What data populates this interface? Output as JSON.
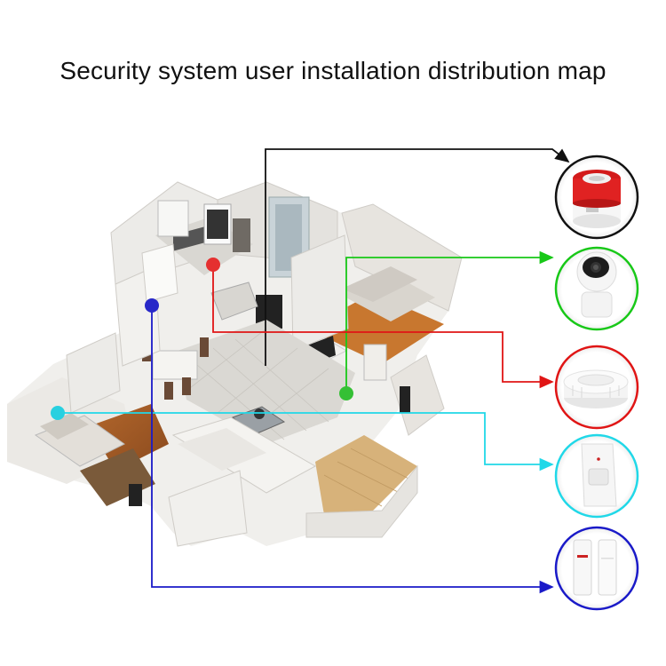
{
  "title": "Security system user installation distribution map",
  "colors": {
    "black_line": "#111111",
    "red_line": "#e01515",
    "green_line": "#18c818",
    "cyan_line": "#20d8e8",
    "blue_line": "#1a1ac8",
    "red_circle": "#e53030",
    "green_circle": "#35c035",
    "red2_circle": "#e53030",
    "cyan_circle": "#28d0e0",
    "blue_circle": "#2828c8"
  },
  "devices": [
    {
      "name": "siren",
      "icon": "siren-icon",
      "ring_color": "#111111"
    },
    {
      "name": "camera",
      "icon": "security-camera-icon",
      "ring_color": "#18c818"
    },
    {
      "name": "smoke-detector",
      "icon": "smoke-detector-icon",
      "ring_color": "#e01515"
    },
    {
      "name": "pir-sensor",
      "icon": "motion-sensor-icon",
      "ring_color": "#20d8e8"
    },
    {
      "name": "door-sensor",
      "icon": "door-sensor-icon",
      "ring_color": "#1a1ac8"
    }
  ]
}
